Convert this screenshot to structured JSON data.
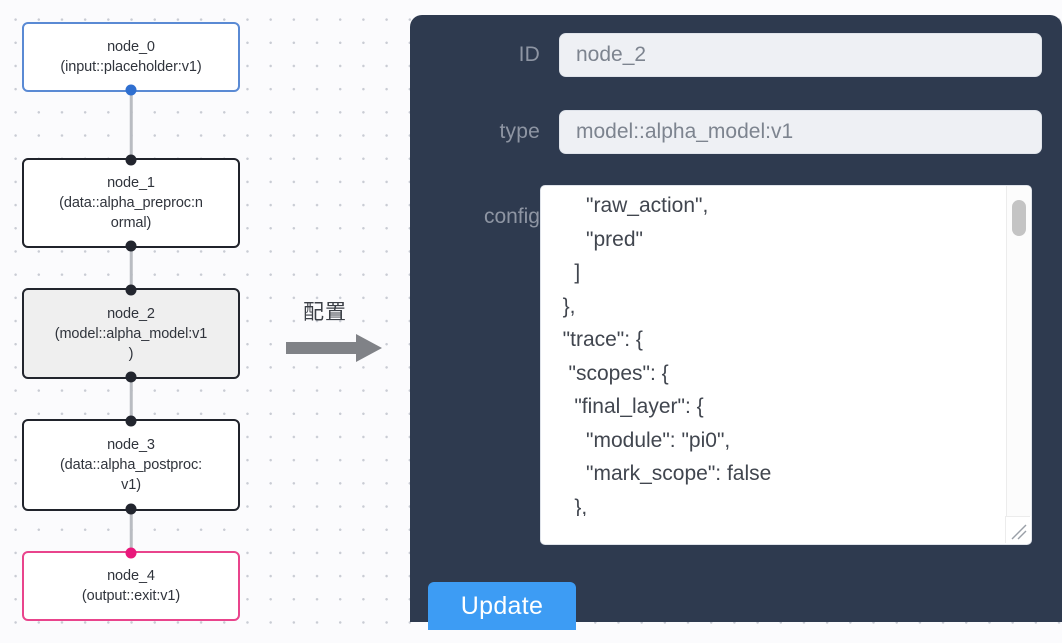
{
  "canvas": {
    "nodes": [
      {
        "id": "node_0",
        "type": "(input::placeholder:v1)",
        "role": "input"
      },
      {
        "id": "node_1",
        "type": "(data::alpha_preproc:n\normal)",
        "role": "default"
      },
      {
        "id": "node_2",
        "type": "(model::alpha_model:v1\n)",
        "role": "selected"
      },
      {
        "id": "node_3",
        "type": "(data::alpha_postproc:\nv1)",
        "role": "default"
      },
      {
        "id": "node_4",
        "type": "(output::exit:v1)",
        "role": "output"
      }
    ],
    "colors": {
      "input_border": "#5a8ad4",
      "output_border": "#e9448c",
      "default_border": "#20232b",
      "selected_fill": "#efefef",
      "edge": "#b9bcc2",
      "handle": "#22252e",
      "handle_input": "#2f6fd0",
      "handle_output": "#e9187b"
    }
  },
  "arrow": {
    "caption": "配置",
    "color": "#808287"
  },
  "panel": {
    "background": "#2e3a4f",
    "id_label": "ID",
    "id_value": "node_2",
    "type_label": "type",
    "type_value": "model::alpha_model:v1",
    "config_label": "config",
    "config_value": "      \"raw_action\",\n      \"pred\"\n    ]\n  },\n  \"trace\": {\n   \"scopes\": {\n    \"final_layer\": {\n      \"module\": \"pi0\",\n      \"mark_scope\": false\n    },\n    \"action_model\": {",
    "update_label": "Update",
    "update_color": "#3d9cf4"
  }
}
